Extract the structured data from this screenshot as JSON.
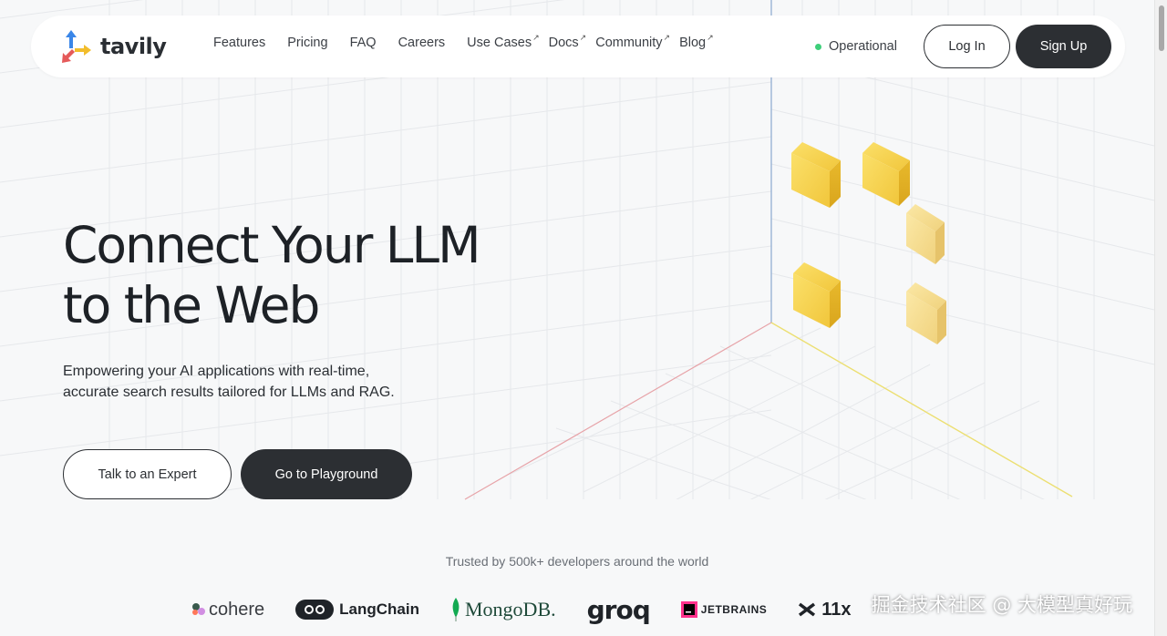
{
  "brand": {
    "name": "tavily"
  },
  "nav": {
    "links": [
      {
        "label": "Features",
        "external": false
      },
      {
        "label": "Pricing",
        "external": false
      },
      {
        "label": "FAQ",
        "external": false
      },
      {
        "label": "Careers",
        "external": false
      },
      {
        "label": "Use Cases",
        "external": true
      },
      {
        "label": "Docs",
        "external": true
      },
      {
        "label": "Community",
        "external": true
      },
      {
        "label": "Blog",
        "external": true
      }
    ],
    "status_label": "Operational",
    "status_color": "#3ecf7a",
    "login_label": "Log In",
    "signup_label": "Sign Up"
  },
  "hero": {
    "title_line1": "Connect Your LLM",
    "title_line2": "to the Web",
    "subtitle_line1": "Empowering your AI applications with real-time,",
    "subtitle_line2": "accurate search results tailored for LLMs and RAG.",
    "expert_button": "Talk to an Expert",
    "playground_button": "Go to Playground"
  },
  "trusted": {
    "text": "Trusted by 500k+ developers around the world",
    "logos": [
      "cohere",
      "LangChain",
      "MongoDB.",
      "groq",
      "JETBRAINS",
      "11x"
    ]
  },
  "watermark": "掘金技术社区 @ 大模型真好玩",
  "colors": {
    "dark": "#2c2f33",
    "cube": "#f5cf4a",
    "accent_red": "#e55a5a",
    "accent_blue": "#3a86e8"
  }
}
